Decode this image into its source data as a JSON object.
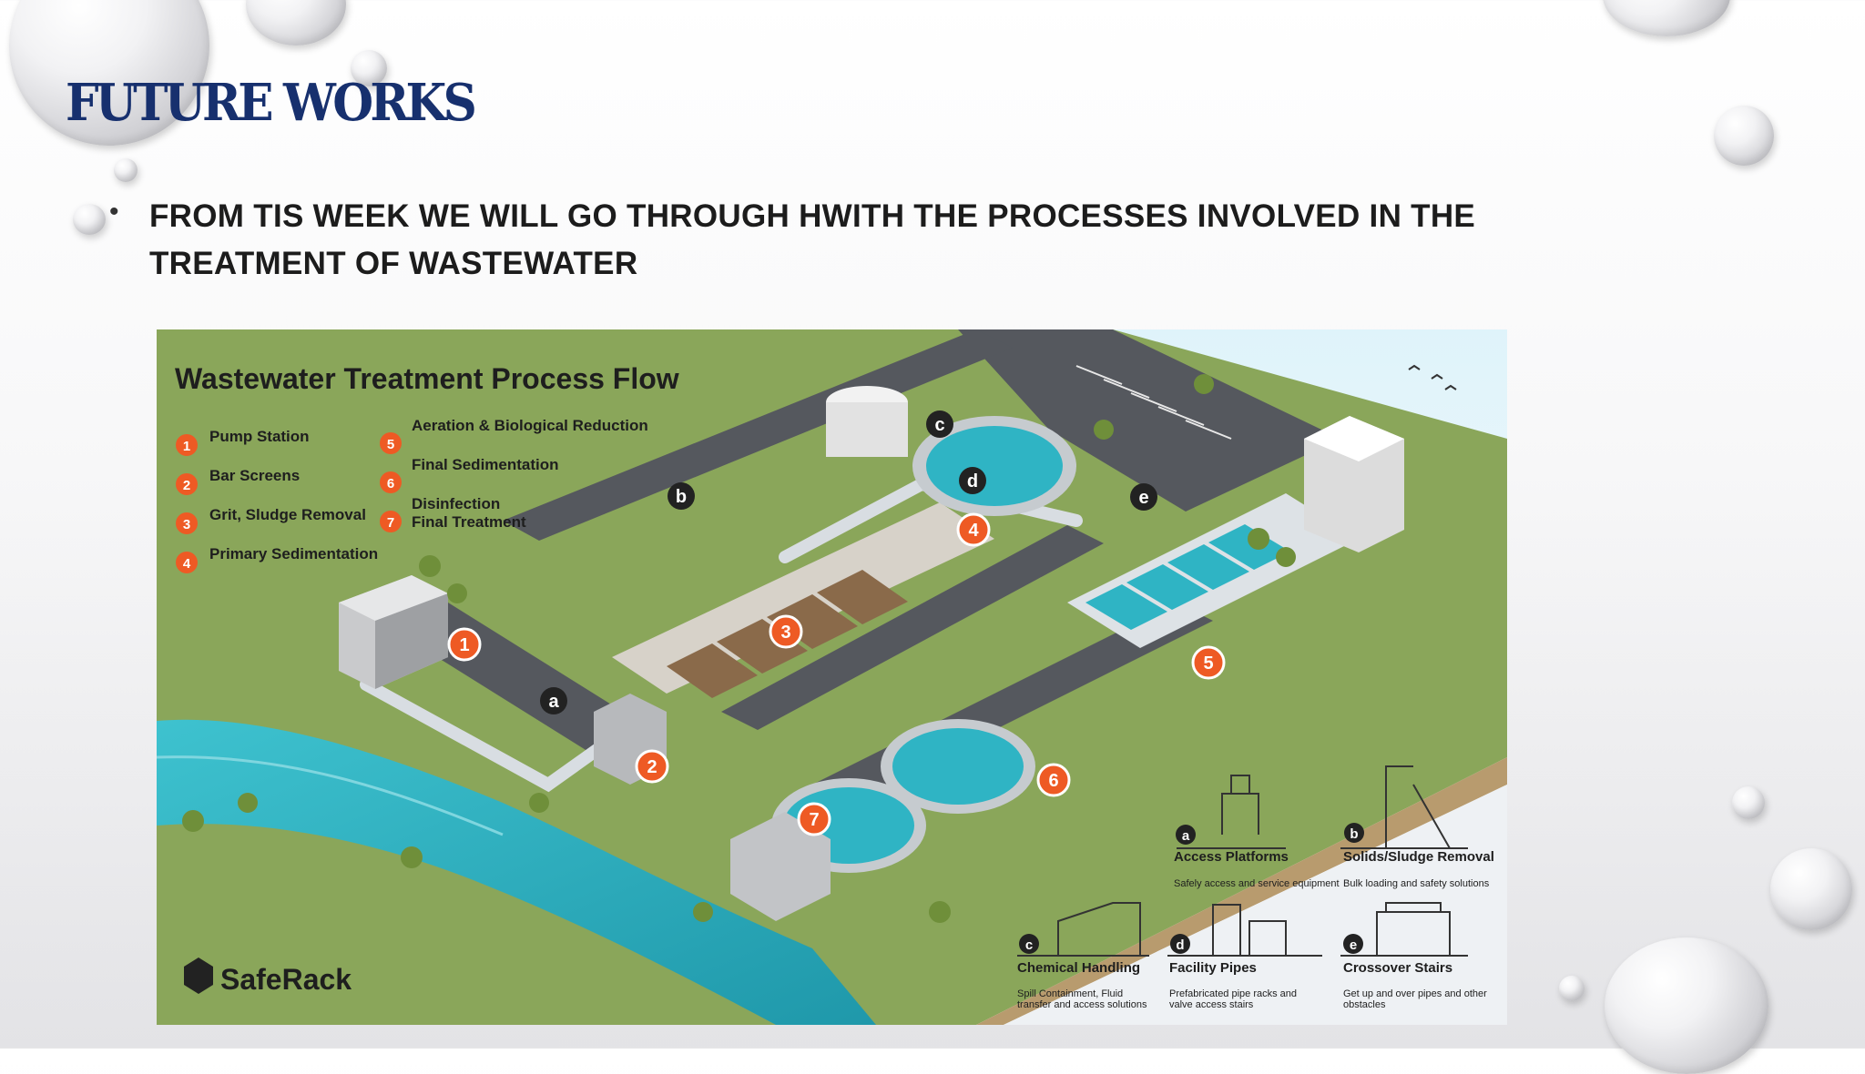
{
  "slide": {
    "title": "FUTURE WORKS",
    "bullet": "FROM TIS WEEK WE WILL GO THROUGH HWITH THE PROCESSES INVOLVED IN THE TREATMENT OF WASTEWATER"
  },
  "diagram": {
    "title": "Wastewater Treatment Process Flow",
    "legend": [
      {
        "num": "1",
        "label": "Pump Station"
      },
      {
        "num": "2",
        "label": "Bar Screens"
      },
      {
        "num": "3",
        "label": "Grit, Sludge Removal"
      },
      {
        "num": "4",
        "label": "Primary Sedimentation"
      },
      {
        "num": "5",
        "label": "Aeration & Biological Reduction"
      },
      {
        "num": "6",
        "label": "Final Sedimentation"
      },
      {
        "num": "7",
        "label": "Disinfection Final Treatment"
      }
    ],
    "legend7_line1": "Disinfection",
    "legend7_line2": "Final Treatment",
    "brand": "SafeRack",
    "letters": [
      "a",
      "b",
      "c",
      "d",
      "e"
    ],
    "equipment": [
      {
        "letter": "a",
        "name": "Access Platforms",
        "desc": "Safely access and service equipment"
      },
      {
        "letter": "b",
        "name": "Solids/Sludge Removal",
        "desc": "Bulk loading and safety solutions"
      },
      {
        "letter": "c",
        "name": "Chemical Handling",
        "desc_line1": "Spill Containment, Fluid",
        "desc_line2": "transfer and access solutions"
      },
      {
        "letter": "d",
        "name": "Facility Pipes",
        "desc_line1": "Prefabricated pipe racks and",
        "desc_line2": "valve access stairs"
      },
      {
        "letter": "e",
        "name": "Crossover Stairs",
        "desc_line1": "Get up and over pipes and other",
        "desc_line2": "obstacles"
      }
    ],
    "colors": {
      "badge": "#ee5a24",
      "grass": "#8aa65a",
      "road": "#55585e",
      "water": "#2fb4c4",
      "navy": "#17306e"
    }
  }
}
